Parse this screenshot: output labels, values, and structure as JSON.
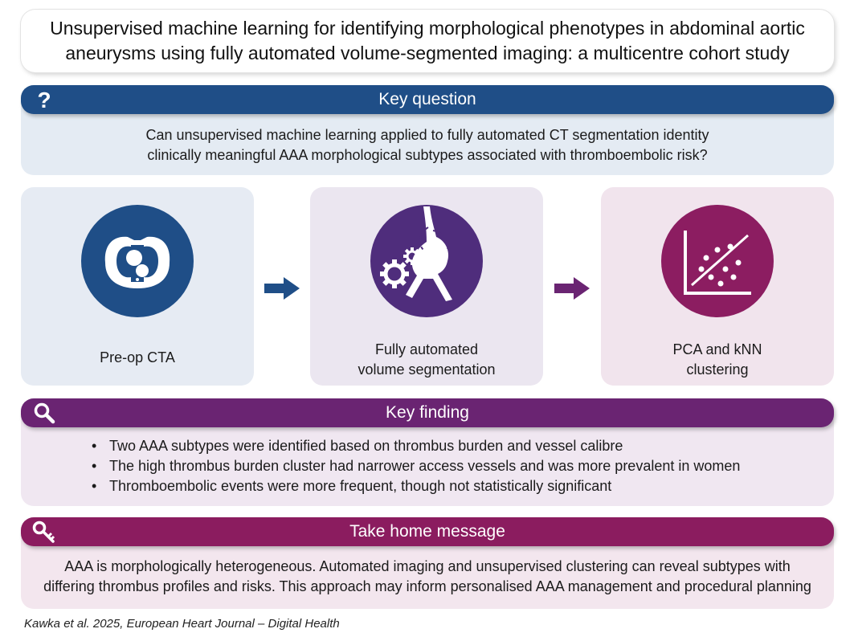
{
  "title": {
    "line1": "Unsupervised machine learning for identifying morphological phenotypes in abdominal aortic",
    "line2": "aneurysms using fully automated volume-segmented imaging: a multicentre cohort study"
  },
  "key_question": {
    "header": "Key question",
    "icon": "question-mark-icon",
    "line1": "Can unsupervised machine learning applied to fully automated CT segmentation identity",
    "line2": "clinically meaningful AAA morphological subtypes associated with thromboembolic risk?"
  },
  "workflow": {
    "steps": [
      {
        "icon": "ct-scan-icon",
        "label_line1": "Pre-op CTA",
        "label_line2": ""
      },
      {
        "icon": "segmentation-gears-icon",
        "label_line1": "Fully automated",
        "label_line2": "volume segmentation"
      },
      {
        "icon": "scatter-plot-icon",
        "label_line1": "PCA and kNN",
        "label_line2": "clustering"
      }
    ]
  },
  "key_finding": {
    "header": "Key finding",
    "icon": "magnifier-icon",
    "bullets": [
      "Two AAA subtypes were identified based on thrombus burden and vessel calibre",
      "The high thrombus burden cluster had narrower access vessels and was more prevalent in women",
      "Thromboembolic events were more frequent, though not statistically significant"
    ]
  },
  "take_home": {
    "header": "Take home message",
    "icon": "key-icon",
    "line1": "AAA is morphologically heterogeneous. Automated imaging and unsupervised clustering can reveal subtypes with",
    "line2": "differing thrombus profiles and risks. This approach may inform personalised AAA management and procedural planning"
  },
  "citation": "Kawka et al. 2025, European Heart Journal – Digital Health",
  "colors": {
    "blue": "#1f4e87",
    "purple": "#6a2472",
    "magenta": "#8b1c5f",
    "violet": "#4f2d7c"
  }
}
